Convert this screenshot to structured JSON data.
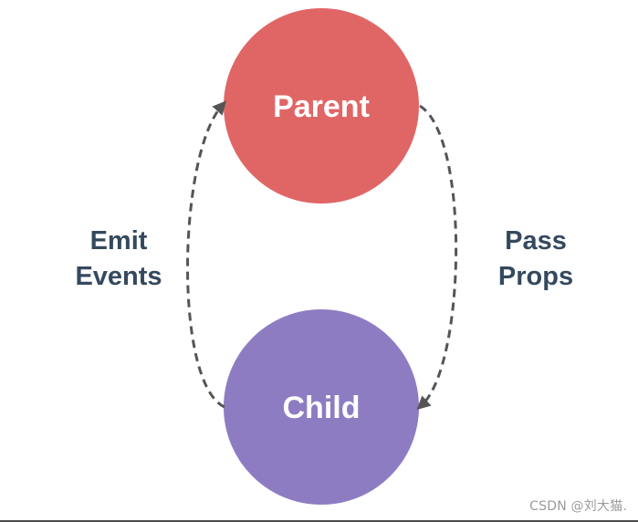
{
  "nodes": {
    "parent": {
      "label": "Parent",
      "color": "#e06666"
    },
    "child": {
      "label": "Child",
      "color": "#8e7cc3"
    }
  },
  "edges": {
    "emit": {
      "label_line1": "Emit",
      "label_line2": "Events",
      "color": "#555555"
    },
    "pass": {
      "label_line1": "Pass",
      "label_line2": "Props",
      "color": "#555555"
    }
  },
  "text_color": "#35495e",
  "watermark": "CSDN @刘大猫."
}
